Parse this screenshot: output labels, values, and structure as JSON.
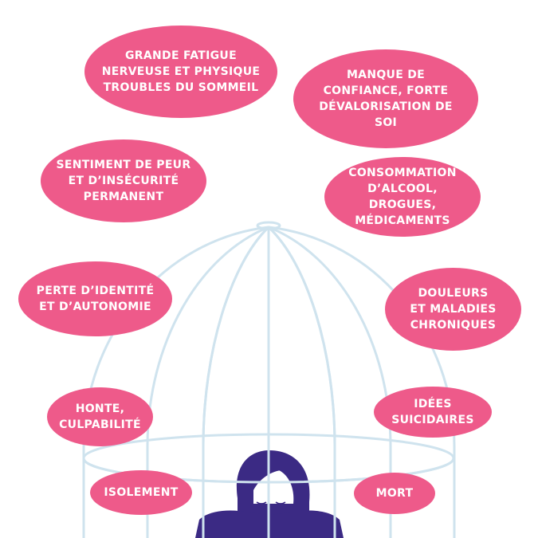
{
  "colors": {
    "bubble": "#ee5a8a",
    "bubble_text": "#ffffff",
    "cage": "#cfe3ee",
    "figure": "#3b2a84",
    "background": "#ffffff"
  },
  "bubbles": [
    {
      "text": "GRANDE FATIGUE\nNERVEUSE ET PHYSIQUE\nTROUBLES DU SOMMEIL"
    },
    {
      "text": "MANQUE DE\nCONFIANCE, FORTE\nDÉVALORISATION DE\nSOI"
    },
    {
      "text": "SENTIMENT DE PEUR\nET D’INSÉCURITÉ\nPERMANENT"
    },
    {
      "text": "CONSOMMATION\nD’ALCOOL, DROGUES,\nMÉDICAMENTS"
    },
    {
      "text": "PERTE D’IDENTITÉ\nET D’AUTONOMIE"
    },
    {
      "text": "DOULEURS\nET MALADIES\nCHRONIQUES"
    },
    {
      "text": "HONTE,\nCULPABILITÉ"
    },
    {
      "text": "IDÉES\nSUICIDAIRES"
    },
    {
      "text": "ISOLEMENT"
    },
    {
      "text": "MORT"
    }
  ],
  "figure": {
    "icon": "person-hiding-face-icon"
  },
  "cage": {
    "icon": "birdcage-icon"
  }
}
